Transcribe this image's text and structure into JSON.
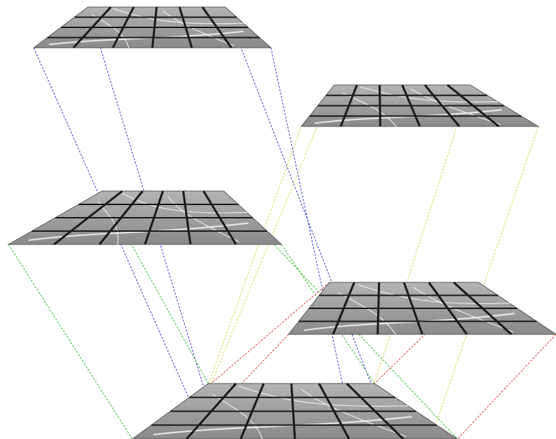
{
  "diagram": {
    "type": "stacked-image-plane-projection",
    "background_color": "#ffffff",
    "plane_fill_color": "#9a9a9a",
    "grid_line_color": "#1a1a1a",
    "vessel_color": "#f2f2f2",
    "connector_colors": {
      "blue": "#3a3ad0",
      "green": "#33bb33",
      "yellow": "#d8d85a",
      "red": "#e03a3a"
    },
    "planes": [
      {
        "id": "top-left",
        "grid_columns": 6,
        "grid_rows": 4
      },
      {
        "id": "top-right",
        "grid_columns": 6,
        "grid_rows": 4
      },
      {
        "id": "middle-left",
        "grid_columns": 6,
        "grid_rows": 4
      },
      {
        "id": "middle-right",
        "grid_columns": 6,
        "grid_rows": 4
      },
      {
        "id": "bottom-center",
        "grid_columns": 6,
        "grid_rows": 4
      }
    ],
    "connector_groups": [
      {
        "id": "top-left-to-bottom",
        "color": "blue",
        "dashed": true
      },
      {
        "id": "middle-left-to-bottom",
        "color": "green",
        "dashed": true
      },
      {
        "id": "top-right-to-bottom",
        "color": "yellow",
        "dashed": true
      },
      {
        "id": "middle-right-to-bottom",
        "color": "red",
        "dashed": true
      }
    ]
  }
}
